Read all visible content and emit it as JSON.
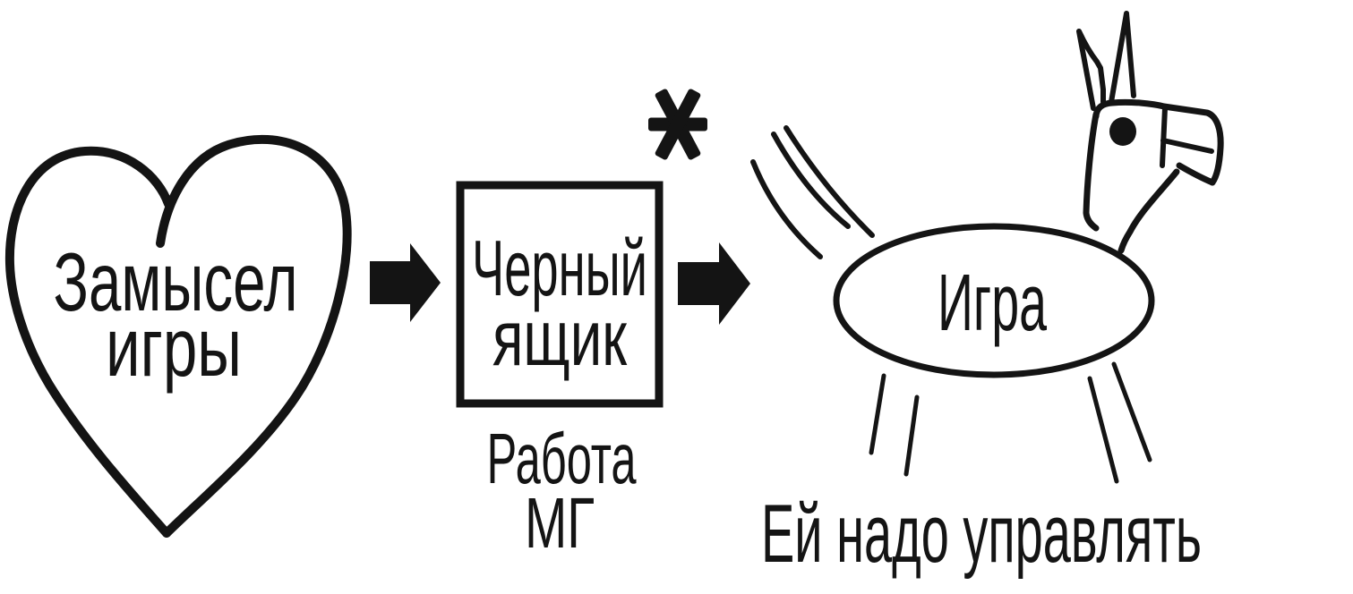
{
  "diagram": {
    "heart": {
      "line1": "Замысел",
      "line2": "игры"
    },
    "black_box": {
      "line1": "Черный",
      "line2": "ящик"
    },
    "black_box_caption": {
      "line1": "Работа",
      "line2": "МГ"
    },
    "game_ellipse": {
      "label": "Игра"
    },
    "bottom_caption": "Ей надо управлять",
    "footnote_marker": "*"
  },
  "icons": {
    "heart-outline-icon": "♡ hand-drawn heart outline",
    "right-arrow-icon": "➡ solid black block arrow (x2)",
    "asterisk-icon": "✳ six-spoke footnote asterisk",
    "llama-icon": "hand-drawn llama/donkey: ears, head with eye and muzzle, ellipse body, stick legs, tail strokes"
  },
  "colors": {
    "ink": "#141414",
    "background": "#ffffff"
  }
}
